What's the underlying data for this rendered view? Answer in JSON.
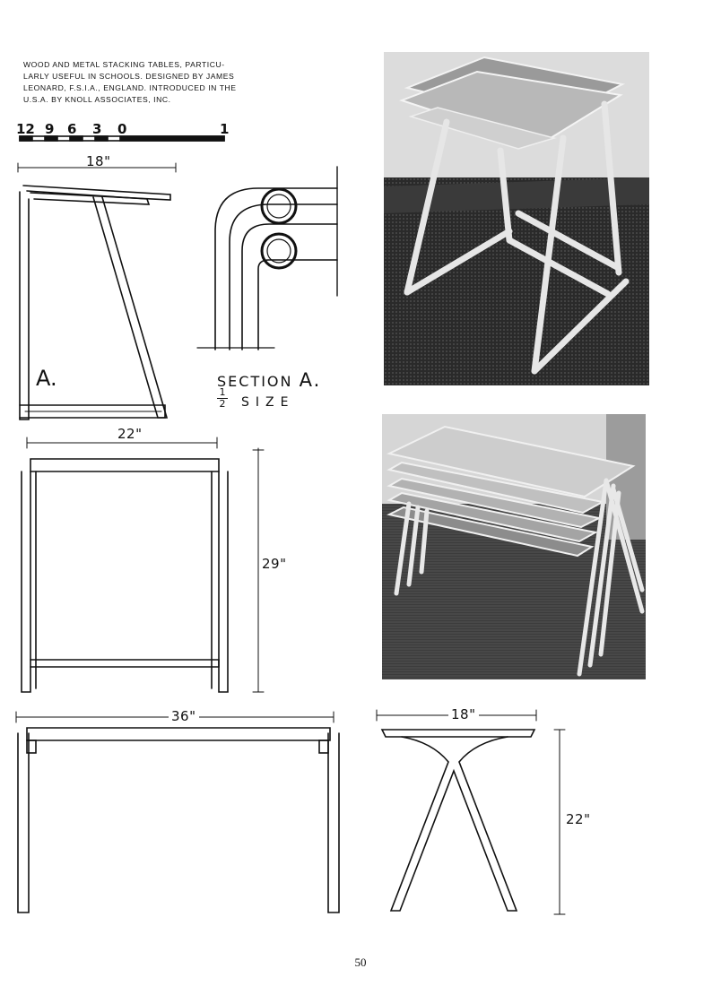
{
  "caption": {
    "lines": [
      "WOOD AND METAL STACKING TABLES, PARTICU-",
      "LARLY USEFUL IN SCHOOLS. DESIGNED BY JAMES",
      "LEONARD, F.S.I.A., ENGLAND. INTRODUCED IN THE",
      "U.S.A. BY KNOLL ASSOCIATES, INC."
    ]
  },
  "scale_bar": {
    "labels": [
      "12",
      "9",
      "6",
      "3",
      "0",
      "1"
    ]
  },
  "drawings": {
    "side_view": {
      "width_label": "18\"",
      "section_mark": "A."
    },
    "section_detail": {
      "title": "SECTION",
      "title_letter": "A.",
      "fraction_num": "1",
      "fraction_den": "2",
      "size_label": "SIZE"
    },
    "front_view": {
      "width_label": "22\"",
      "height_label": "29\""
    },
    "long_view": {
      "width_label": "36\""
    },
    "end_view": {
      "width_label": "18\"",
      "height_label": "22\""
    }
  },
  "photos": {
    "single_table": {
      "subject": "stacking table with desk top"
    },
    "stacked_tables": {
      "subject": "five stacked tables"
    }
  },
  "page_number": "50"
}
